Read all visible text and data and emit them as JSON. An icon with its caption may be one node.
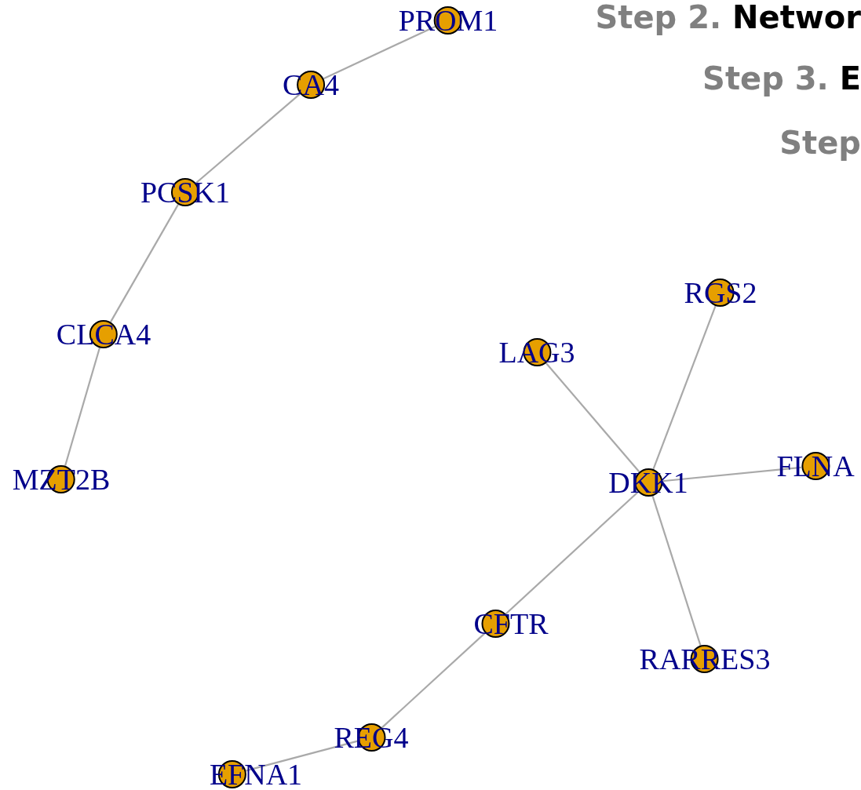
{
  "diagram": {
    "nodes": [
      {
        "text": [
          "PROM1"
        ]
      },
      {
        "text": [
          "CA4"
        ]
      },
      {
        "text": [
          "PCSK1"
        ]
      },
      {
        "text": [
          "RGS2"
        ]
      },
      {
        "text": [
          "CLCA4"
        ]
      },
      {
        "text": [
          "LAG3"
        ]
      },
      {
        "text": [
          "FLNA"
        ]
      },
      {
        "text": [
          "MZT2B"
        ]
      },
      {
        "text": [
          "DKK1"
        ]
      },
      {
        "text": [
          "CFTR"
        ]
      },
      {
        "text": [
          "RARRES3"
        ]
      },
      {
        "text": [
          "REG4"
        ]
      },
      {
        "text": [
          "EFNA1"
        ]
      }
    ],
    "edges": [
      {
        "from": 0,
        "to": 1,
        "arrow": "none"
      },
      {
        "from": 1,
        "to": 2,
        "arrow": "none"
      },
      {
        "from": 2,
        "to": 4,
        "arrow": "none"
      },
      {
        "from": 4,
        "to": 7,
        "arrow": "none"
      },
      {
        "from": 5,
        "to": 8,
        "arrow": "none"
      },
      {
        "from": 3,
        "to": 8,
        "arrow": "none"
      },
      {
        "from": 6,
        "to": 8,
        "arrow": "none"
      },
      {
        "from": 8,
        "to": 9,
        "arrow": "none"
      },
      {
        "from": 8,
        "to": 10,
        "arrow": "none"
      },
      {
        "from": 9,
        "to": 11,
        "arrow": "none"
      },
      {
        "from": 11,
        "to": 12,
        "arrow": "none"
      }
    ],
    "labels": [
      "Step 2. **Networ**",
      "Step 3. **E**",
      "Step"
    ]
  }
}
